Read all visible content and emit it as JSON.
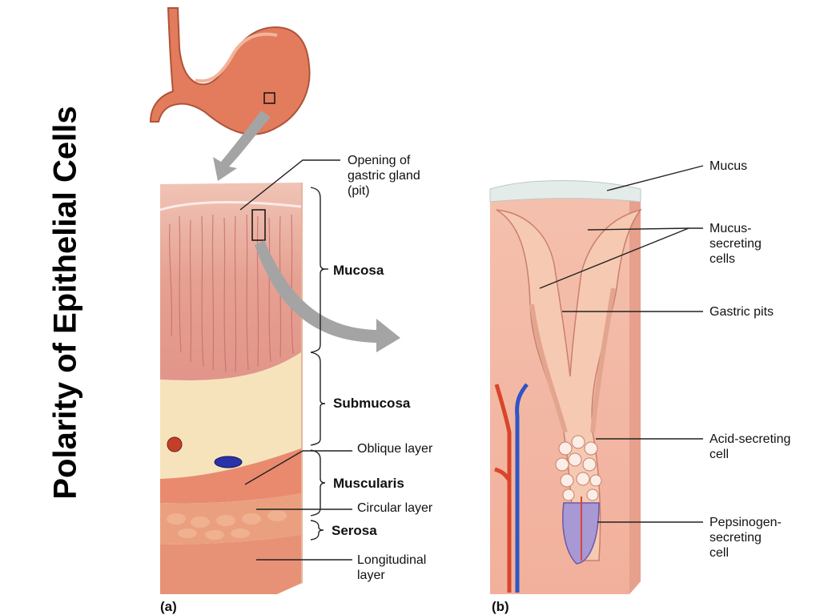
{
  "title": "Polarity of Epithelial Cells",
  "panel_a": {
    "letter": "(a)",
    "labels": {
      "opening": "Opening of\ngastric gland\n(pit)",
      "mucosa": "Mucosa",
      "submucosa": "Submucosa",
      "oblique": "Oblique layer",
      "muscularis": "Muscularis",
      "circular": "Circular layer",
      "serosa": "Serosa",
      "longitudinal": "Longitudinal\nlayer"
    }
  },
  "panel_b": {
    "letter": "(b)",
    "labels": {
      "mucus": "Mucus",
      "mucus_secreting": "Mucus-\nsecreting\ncells",
      "gastric_pits": "Gastric pits",
      "acid_secreting": "Acid-secreting\ncell",
      "pepsinogen": "Pepsinogen-\nsecreting\ncell"
    }
  },
  "colors": {
    "stomach": "#e07a5a",
    "mucosa": "#e9a99a",
    "submucosa": "#f5e2b8",
    "muscle": "#e8866a",
    "arrow": "#a0a0a0",
    "vein": "#3a5fc8",
    "artery": "#d8462a",
    "pepsinogen": "#9a8ac8"
  }
}
